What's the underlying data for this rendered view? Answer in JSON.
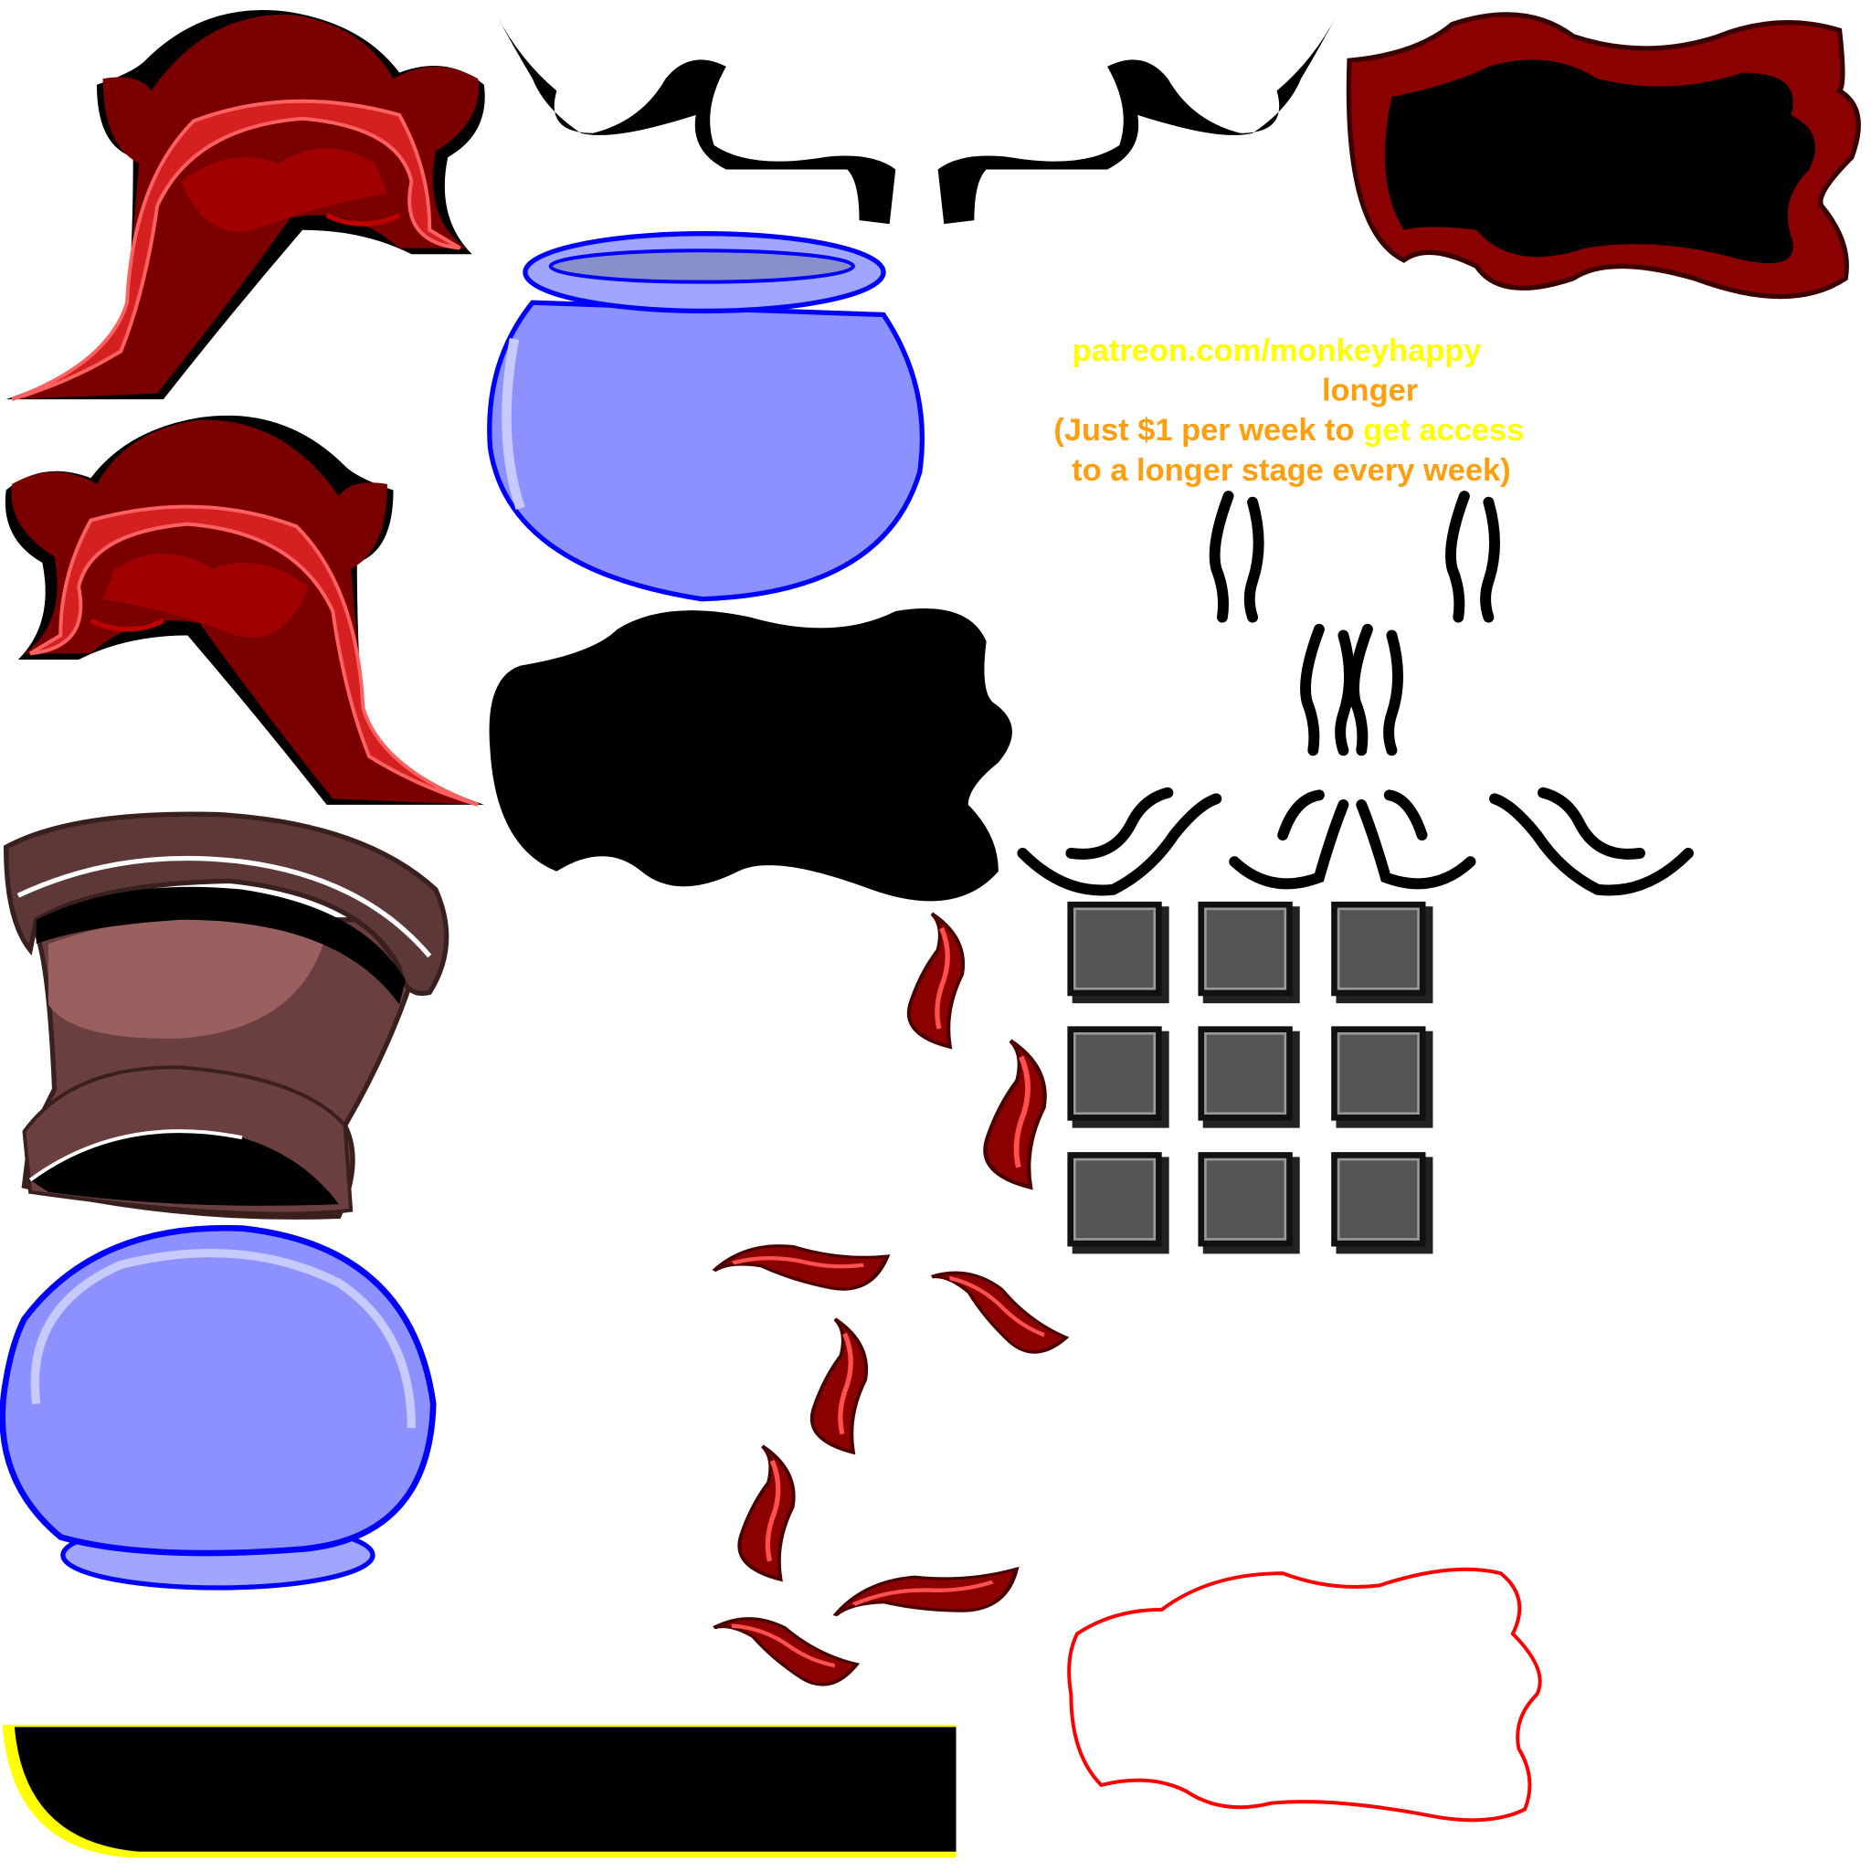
{
  "promo": {
    "url": "patreon.com/monkeyhappy",
    "word": "longer",
    "line3_a": "(Just $1 per week to ",
    "line3_b": "get access",
    "line4": "to a longer stage every week)"
  },
  "colors": {
    "yellow": "#ffff00",
    "orange": "#ff9f0f",
    "dark_red": "#8b0000",
    "blue": "#0000ff",
    "bowl_fill": "#8c91ff",
    "brown": "#6b3f3f",
    "tile": "#555555"
  }
}
